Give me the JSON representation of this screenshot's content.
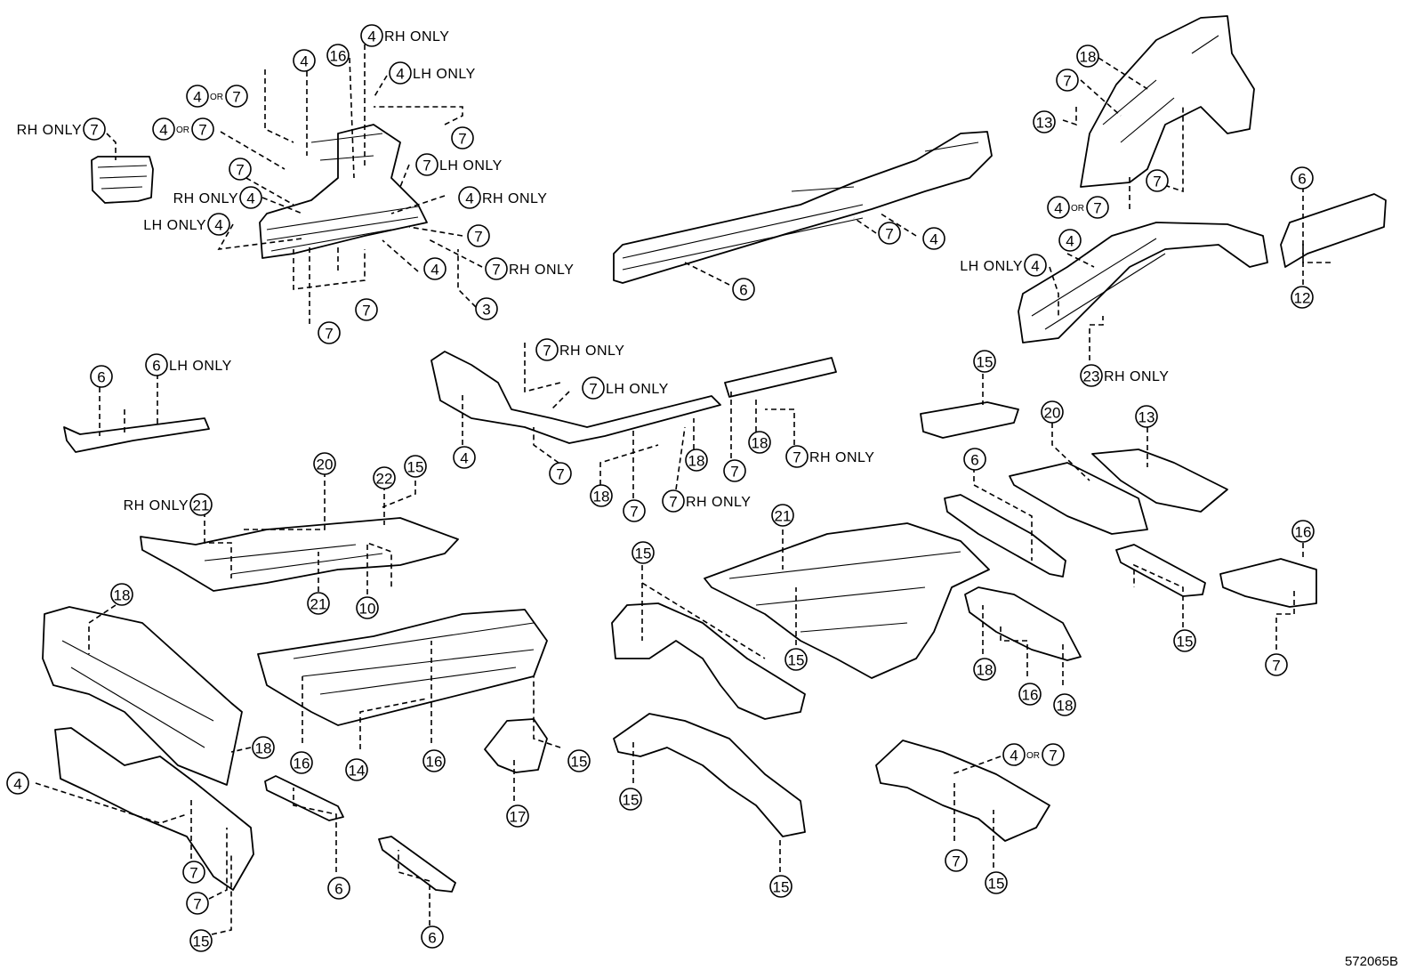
{
  "diagram": {
    "reference_code": "572065B",
    "notes": {
      "rh_only": "RH ONLY",
      "lh_only": "LH ONLY",
      "or": "OR"
    },
    "callouts": [
      {
        "id": "c1",
        "num": "4",
        "suffix": "RH ONLY"
      },
      {
        "id": "c2",
        "num": "16",
        "suffix": ""
      },
      {
        "id": "c3",
        "num": "4",
        "suffix": ""
      },
      {
        "id": "c4",
        "num": "4",
        "suffix": "LH ONLY"
      },
      {
        "id": "c5",
        "num": "4",
        "or": "7"
      },
      {
        "id": "c6",
        "num": "4",
        "or": "7"
      },
      {
        "id": "c7",
        "num": "7",
        "prefix": "RH ONLY"
      },
      {
        "id": "c8",
        "num": "7",
        "suffix": ""
      },
      {
        "id": "c9",
        "num": "7",
        "suffix": "LH ONLY"
      },
      {
        "id": "c10",
        "num": "7",
        "suffix": ""
      },
      {
        "id": "c11",
        "num": "4",
        "prefix": "RH ONLY"
      },
      {
        "id": "c12",
        "num": "4",
        "suffix": "RH ONLY"
      },
      {
        "id": "c13",
        "num": "4",
        "prefix": "LH ONLY"
      },
      {
        "id": "c14",
        "num": "7",
        "suffix": ""
      },
      {
        "id": "c15",
        "num": "4",
        "suffix": ""
      },
      {
        "id": "c16",
        "num": "7",
        "suffix": "RH ONLY"
      },
      {
        "id": "c17",
        "num": "3",
        "suffix": ""
      },
      {
        "id": "c18",
        "num": "7",
        "suffix": ""
      },
      {
        "id": "c19",
        "num": "7",
        "suffix": ""
      },
      {
        "id": "c20",
        "num": "7",
        "suffix": ""
      },
      {
        "id": "c21",
        "num": "4",
        "suffix": ""
      },
      {
        "id": "c22",
        "num": "6",
        "suffix": ""
      },
      {
        "id": "c23",
        "num": "18",
        "suffix": ""
      },
      {
        "id": "c24",
        "num": "7",
        "suffix": ""
      },
      {
        "id": "c25",
        "num": "13",
        "suffix": ""
      },
      {
        "id": "c26",
        "num": "7",
        "suffix": ""
      },
      {
        "id": "c27",
        "num": "4",
        "or": "7"
      },
      {
        "id": "c28",
        "num": "6",
        "suffix": ""
      },
      {
        "id": "c29",
        "num": "4",
        "suffix": ""
      },
      {
        "id": "c30",
        "num": "4",
        "prefix": "LH ONLY"
      },
      {
        "id": "c31",
        "num": "12",
        "suffix": ""
      },
      {
        "id": "c32",
        "num": "23",
        "suffix": "RH ONLY"
      },
      {
        "id": "c33",
        "num": "6",
        "suffix": ""
      },
      {
        "id": "c34",
        "num": "6",
        "suffix": "LH ONLY"
      },
      {
        "id": "c35",
        "num": "7",
        "suffix": "RH ONLY"
      },
      {
        "id": "c36",
        "num": "7",
        "suffix": "LH ONLY"
      },
      {
        "id": "c37",
        "num": "4",
        "suffix": ""
      },
      {
        "id": "c38",
        "num": "7",
        "suffix": ""
      },
      {
        "id": "c39",
        "num": "18",
        "suffix": ""
      },
      {
        "id": "c40",
        "num": "18",
        "suffix": ""
      },
      {
        "id": "c41",
        "num": "7",
        "suffix": ""
      },
      {
        "id": "c42",
        "num": "18",
        "suffix": ""
      },
      {
        "id": "c43",
        "num": "7",
        "suffix": "RH ONLY"
      },
      {
        "id": "c44",
        "num": "7",
        "suffix": ""
      },
      {
        "id": "c45",
        "num": "7",
        "suffix": "RH ONLY"
      },
      {
        "id": "c46",
        "num": "15",
        "suffix": ""
      },
      {
        "id": "c47",
        "num": "20",
        "suffix": ""
      },
      {
        "id": "c48",
        "num": "13",
        "suffix": ""
      },
      {
        "id": "c49",
        "num": "6",
        "suffix": ""
      },
      {
        "id": "c50",
        "num": "20",
        "suffix": ""
      },
      {
        "id": "c51",
        "num": "22",
        "suffix": ""
      },
      {
        "id": "c52",
        "num": "15",
        "suffix": ""
      },
      {
        "id": "c53",
        "num": "21",
        "prefix": "RH ONLY"
      },
      {
        "id": "c54",
        "num": "21",
        "suffix": ""
      },
      {
        "id": "c55",
        "num": "10",
        "suffix": ""
      },
      {
        "id": "c56",
        "num": "15",
        "suffix": ""
      },
      {
        "id": "c57",
        "num": "21",
        "suffix": ""
      },
      {
        "id": "c58",
        "num": "15",
        "suffix": ""
      },
      {
        "id": "c59",
        "num": "16",
        "suffix": ""
      },
      {
        "id": "c60",
        "num": "7",
        "suffix": ""
      },
      {
        "id": "c61",
        "num": "18",
        "suffix": ""
      },
      {
        "id": "c62",
        "num": "16",
        "suffix": ""
      },
      {
        "id": "c63",
        "num": "18",
        "suffix": ""
      },
      {
        "id": "c64",
        "num": "15",
        "suffix": ""
      },
      {
        "id": "c65",
        "num": "18",
        "suffix": ""
      },
      {
        "id": "c66",
        "num": "18",
        "suffix": ""
      },
      {
        "id": "c67",
        "num": "4",
        "suffix": ""
      },
      {
        "id": "c68",
        "num": "16",
        "suffix": ""
      },
      {
        "id": "c69",
        "num": "14",
        "suffix": ""
      },
      {
        "id": "c70",
        "num": "16",
        "suffix": ""
      },
      {
        "id": "c71",
        "num": "15",
        "suffix": ""
      },
      {
        "id": "c72",
        "num": "17",
        "suffix": ""
      },
      {
        "id": "c73",
        "num": "15",
        "suffix": ""
      },
      {
        "id": "c74",
        "num": "15",
        "suffix": ""
      },
      {
        "id": "c75",
        "num": "4",
        "or": "7"
      },
      {
        "id": "c76",
        "num": "7",
        "suffix": ""
      },
      {
        "id": "c77",
        "num": "15",
        "suffix": ""
      },
      {
        "id": "c78",
        "num": "7",
        "suffix": ""
      },
      {
        "id": "c79",
        "num": "7",
        "suffix": ""
      },
      {
        "id": "c80",
        "num": "15",
        "suffix": ""
      },
      {
        "id": "c81",
        "num": "6",
        "suffix": ""
      },
      {
        "id": "c82",
        "num": "6",
        "suffix": ""
      }
    ]
  }
}
